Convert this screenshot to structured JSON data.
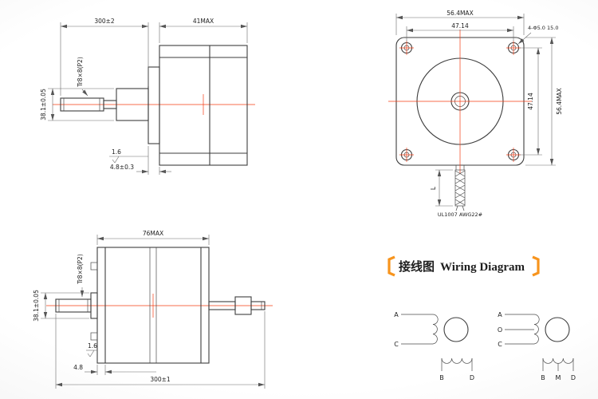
{
  "colors": {
    "accent": "#f7941d",
    "centerline": "#f43b13",
    "line": "#3e3e3e"
  },
  "views": {
    "side_single": {
      "dim_screw_length": "300±2",
      "dim_body_length": "41MAX",
      "screw_spec": "Tr8×8(P2)",
      "dim_pilot_dia": "38.1±0.05",
      "roughness": "1.6",
      "dim_flange_thickness": "4.8±0.3"
    },
    "front": {
      "dim_width_top": "56.4MAX",
      "dim_hole_spacing_top": "47.14",
      "hole_note": "4-Φ5.0 15.0",
      "dim_hole_spacing_side": "47.14",
      "dim_width_side": "56.4MAX",
      "dim_lead_length": "L",
      "lead_note": "UL1007  AWG22#"
    },
    "side_double": {
      "dim_body_length": "76MAX",
      "screw_spec": "Tr8×8(P2)",
      "dim_pilot_dia": "38.1±0.05",
      "roughness": "1.6",
      "dim_flange_thickness": "4.8",
      "dim_total_length": "300±1"
    }
  },
  "wiring": {
    "title_cn": "接线图",
    "title_en": "Wiring Diagram",
    "four_lead": {
      "left": [
        "A",
        "C"
      ],
      "bottom": [
        "B",
        "D"
      ]
    },
    "six_lead": {
      "left": [
        "A",
        "O",
        "C"
      ],
      "bottom": [
        "B",
        "M",
        "D"
      ]
    }
  }
}
